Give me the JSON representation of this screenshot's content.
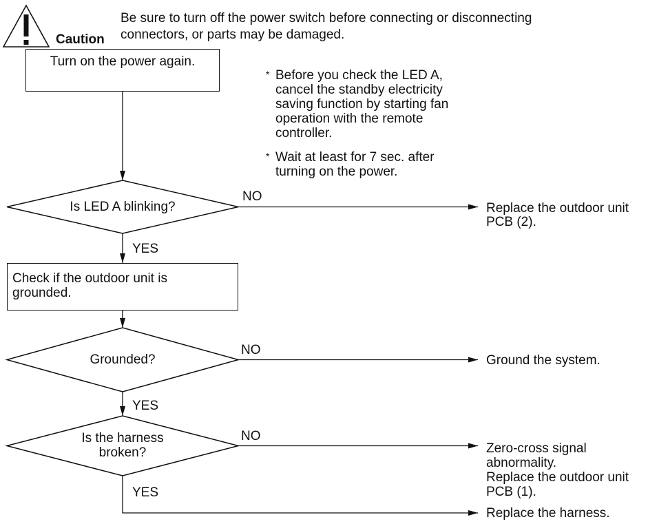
{
  "caution": {
    "label": "Caution",
    "message_line1": "Be sure to turn off the power switch before connecting or disconnecting",
    "message_line2": "connectors, or parts may be damaged."
  },
  "steps": {
    "power_on": "Turn on the power again.",
    "check_ground_line1": "Check if the outdoor unit is",
    "check_ground_line2": "grounded."
  },
  "notes": [
    {
      "mark": "*",
      "lines": [
        "Before you check the LED A,",
        "cancel the standby electricity",
        "saving function by starting fan",
        "operation with the remote",
        "controller."
      ]
    },
    {
      "mark": "*",
      "lines": [
        "Wait at least for 7 sec. after",
        "turning on the power."
      ]
    }
  ],
  "decisions": {
    "led_blinking": "Is LED A blinking?",
    "grounded": "Grounded?",
    "harness_line1": "Is the harness",
    "harness_line2": "broken?"
  },
  "branch_labels": {
    "no": "NO",
    "yes": "YES"
  },
  "outcomes": {
    "replace_pcb2_line1": "Replace the outdoor unit",
    "replace_pcb2_line2": "PCB (2).",
    "ground_system": "Ground the system.",
    "zero_cross_line1": "Zero-cross signal",
    "zero_cross_line2": "abnormality.",
    "zero_cross_line3": "Replace the outdoor unit",
    "zero_cross_line4": "PCB (1).",
    "replace_harness": "Replace the harness."
  }
}
